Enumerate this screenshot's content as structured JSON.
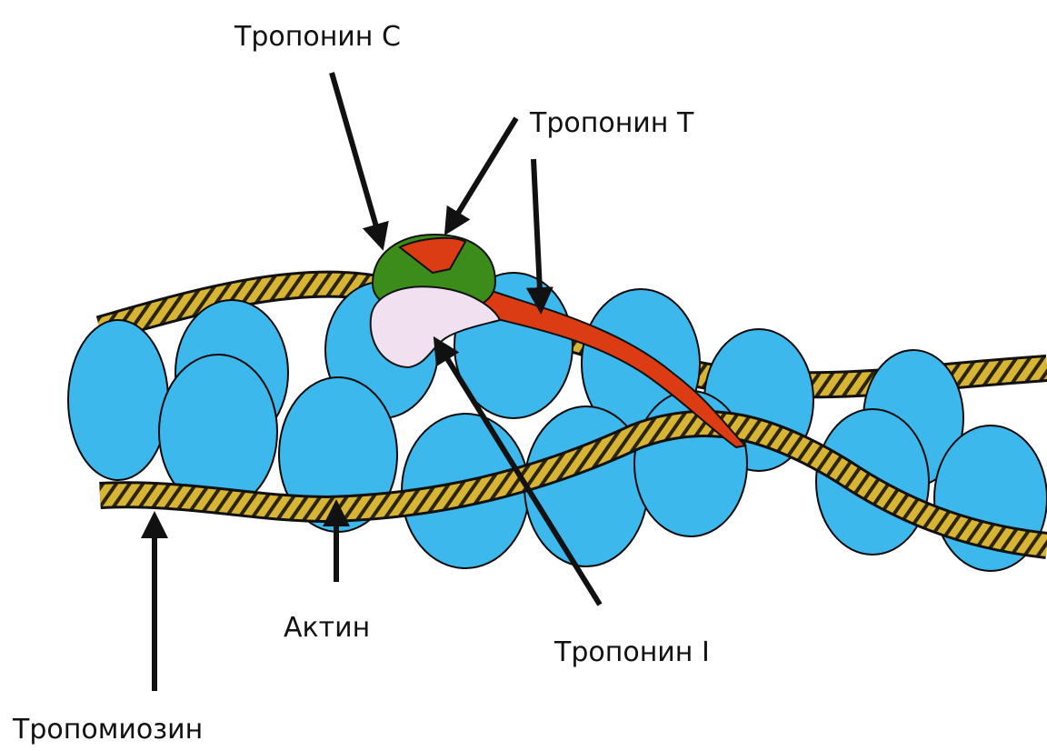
{
  "labels": {
    "troponin_c": "Тропонин С",
    "troponin_t": "Тропонин Т",
    "troponin_i": "Тропонин I",
    "actin": "Актин",
    "tropomyosin": "Тропомиозин"
  },
  "colors": {
    "actin_fill": "#3cb8ec",
    "tropomyosin_fill": "#d8b434",
    "tropomyosin_hatch": "#2a2410",
    "troponin_c_green": "#3c8c1c",
    "troponin_t_red": "#dc3c14",
    "troponin_i_pink": "#f0e0f0",
    "arrow": "#111111"
  }
}
